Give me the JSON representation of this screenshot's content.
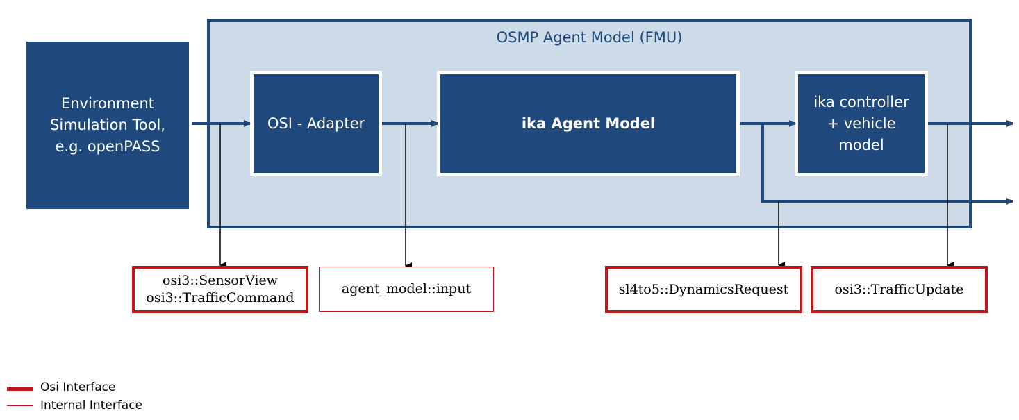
{
  "title": "OSMP Agent Model (FMU)",
  "blocks": {
    "environment": "Environment\nSimulation Tool,\ne.g. openPASS",
    "osi_adapter": "OSI - Adapter",
    "agent_model": "ika Agent Model",
    "controller": "ika controller\n+ vehicle\nmodel"
  },
  "interfaces": {
    "sensor_traffic": "osi3::SensorView\nosi3::TrafficCommand",
    "agent_input": "agent_model::input",
    "dynamics_request": "sl4to5::DynamicsRequest",
    "traffic_update": "osi3::TrafficUpdate"
  },
  "legend": {
    "osi_interface": "Osi Interface",
    "internal_interface": "Internal Interface"
  },
  "colors": {
    "block_blue": "#1f497d",
    "fmu_fill": "#cddbe9",
    "interface_red": "#c0161c"
  }
}
